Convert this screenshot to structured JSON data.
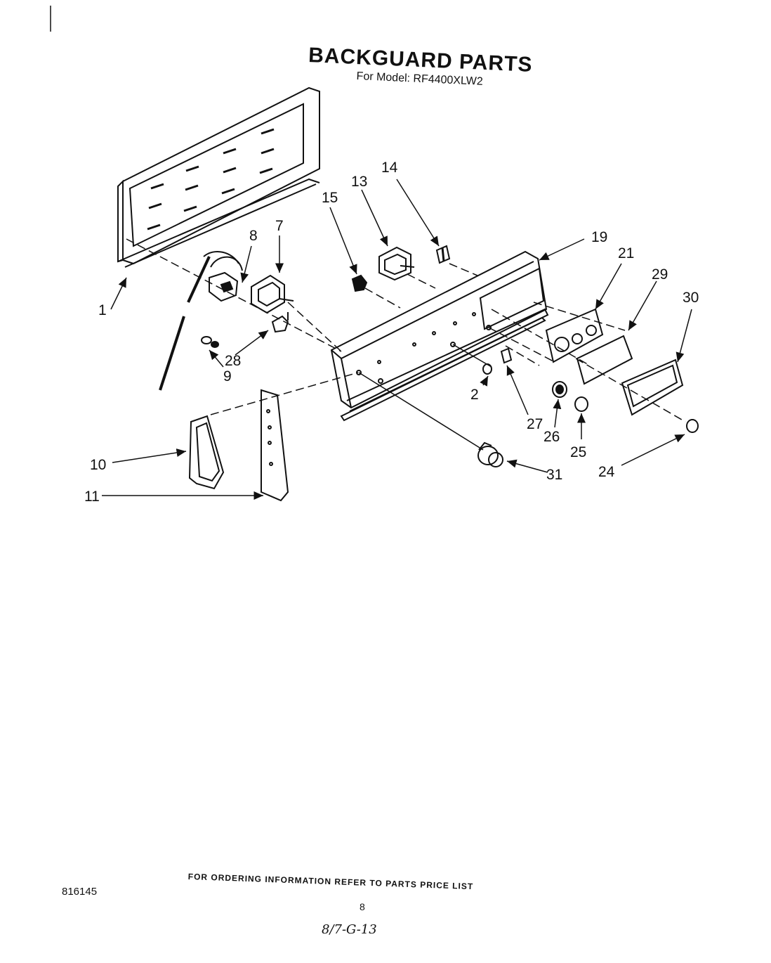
{
  "header": {
    "title": "BACKGUARD PARTS",
    "subtitle": "For Model: RF4400XLW2"
  },
  "callouts": {
    "c1": "1",
    "c2": "2",
    "c7": "7",
    "c8": "8",
    "c9": "9",
    "c10": "10",
    "c11": "11",
    "c13": "13",
    "c14": "14",
    "c15": "15",
    "c19": "19",
    "c21": "21",
    "c24": "24",
    "c25": "25",
    "c26": "26",
    "c27": "27",
    "c28": "28",
    "c29": "29",
    "c30": "30",
    "c31": "31"
  },
  "footer": {
    "ordering_note": "FOR ORDERING INFORMATION REFER TO PARTS PRICE LIST",
    "doc_number": "816145",
    "page": "8",
    "handwritten_code": "8/7-G-13"
  }
}
